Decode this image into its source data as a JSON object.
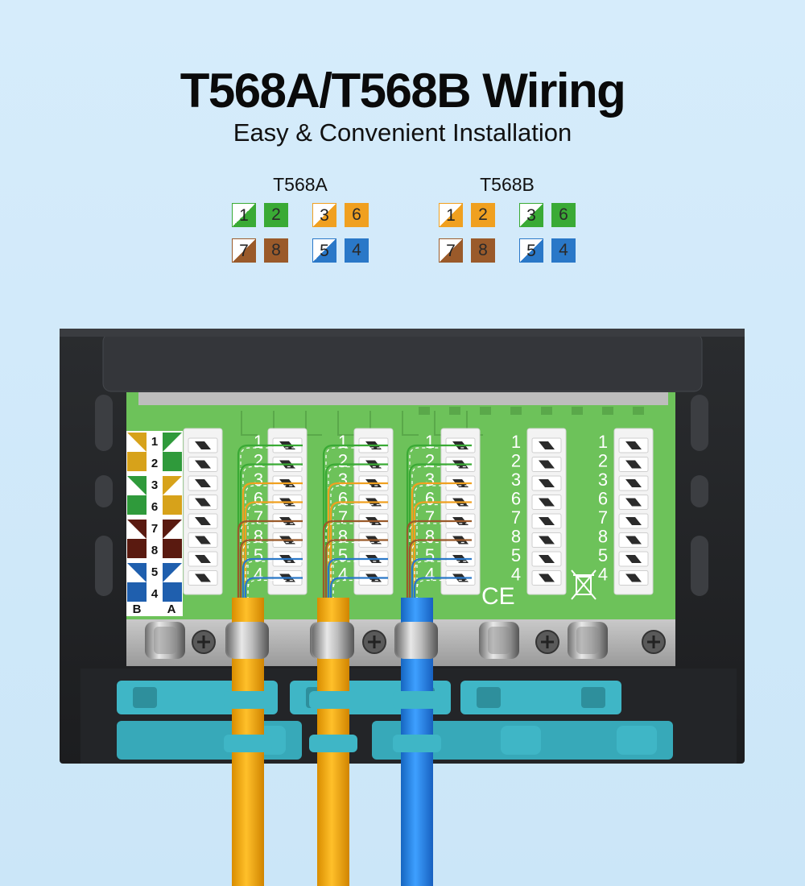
{
  "header": {
    "title": "T568A/T568B Wiring",
    "subtitle": "Easy & Convenient Installation"
  },
  "legend": {
    "t568a": {
      "label": "T568A",
      "pairs": [
        [
          {
            "pin": "1",
            "style": "striped",
            "color": "#3aaa35"
          },
          {
            "pin": "2",
            "style": "solid",
            "color": "#3aaa35"
          }
        ],
        [
          {
            "pin": "3",
            "style": "striped",
            "color": "#f0a020"
          },
          {
            "pin": "6",
            "style": "solid",
            "color": "#f0a020"
          }
        ],
        [
          {
            "pin": "7",
            "style": "striped",
            "color": "#9a5a2a"
          },
          {
            "pin": "8",
            "style": "solid",
            "color": "#9a5a2a"
          }
        ],
        [
          {
            "pin": "5",
            "style": "striped",
            "color": "#2a78c8"
          },
          {
            "pin": "4",
            "style": "solid",
            "color": "#2a78c8"
          }
        ]
      ]
    },
    "t568b": {
      "label": "T568B",
      "pairs": [
        [
          {
            "pin": "1",
            "style": "striped",
            "color": "#f0a020"
          },
          {
            "pin": "2",
            "style": "solid",
            "color": "#f0a020"
          }
        ],
        [
          {
            "pin": "3",
            "style": "striped",
            "color": "#3aaa35"
          },
          {
            "pin": "6",
            "style": "solid",
            "color": "#3aaa35"
          }
        ],
        [
          {
            "pin": "7",
            "style": "striped",
            "color": "#9a5a2a"
          },
          {
            "pin": "8",
            "style": "solid",
            "color": "#9a5a2a"
          }
        ],
        [
          {
            "pin": "5",
            "style": "striped",
            "color": "#2a78c8"
          },
          {
            "pin": "4",
            "style": "solid",
            "color": "#2a78c8"
          }
        ]
      ]
    }
  },
  "device": {
    "pin_sequence": [
      "1",
      "2",
      "3",
      "6",
      "7",
      "8",
      "5",
      "4"
    ],
    "side_label": {
      "pins": [
        "1",
        "2",
        "3",
        "6",
        "7",
        "8",
        "5",
        "4"
      ],
      "b": "B",
      "a": "A"
    },
    "ce_mark": "CE",
    "cable_colors": [
      "#f0a500",
      "#f0a500",
      "#1e88e5"
    ],
    "clip_color": "#3fb6c6",
    "board_color": "#6dc25a"
  }
}
